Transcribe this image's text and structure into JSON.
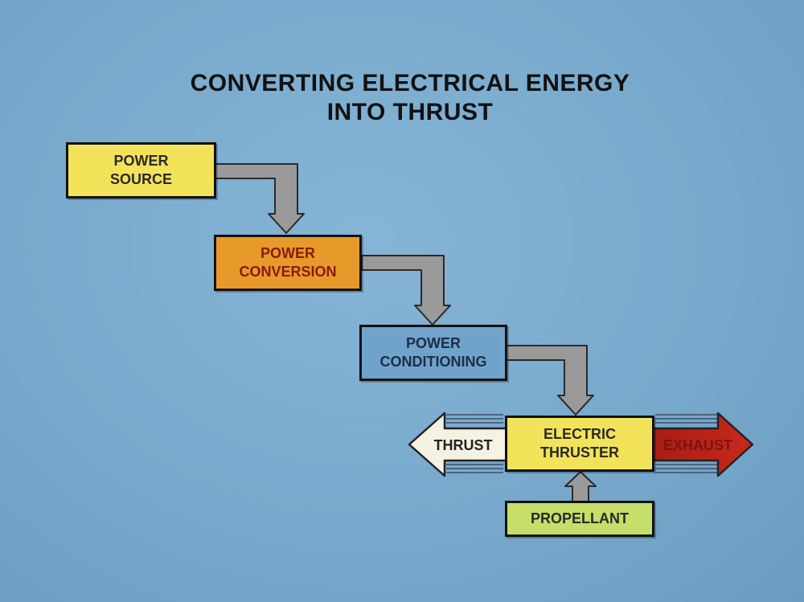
{
  "title": {
    "line1": "CONVERTING ELECTRICAL ENERGY",
    "line2": "INTO THRUST"
  },
  "nodes": {
    "power_source": {
      "line1": "POWER",
      "line2": "SOURCE"
    },
    "power_conversion": {
      "line1": "POWER",
      "line2": "CONVERSION"
    },
    "power_conditioning": {
      "line1": "POWER",
      "line2": "CONDITIONING"
    },
    "electric_thruster": {
      "line1": "ELECTRIC",
      "line2": "THRUSTER"
    },
    "propellant": {
      "label": "PROPELLANT"
    }
  },
  "arrows": {
    "thrust": {
      "label": "THRUST"
    },
    "exhaust": {
      "label": "EXHAUST"
    }
  },
  "colors": {
    "background": "#7aaacd",
    "power_source": "#f3e35a",
    "power_conversion": "#e79a2a",
    "power_conversion_text": "#8a1a10",
    "power_conditioning": "#6fa3cc",
    "electric_thruster": "#f3e35a",
    "propellant": "#c5df6a",
    "connector": "#9a9a9a",
    "thrust_arrow": "#f5f2e4",
    "exhaust_arrow": "#b5231a"
  }
}
